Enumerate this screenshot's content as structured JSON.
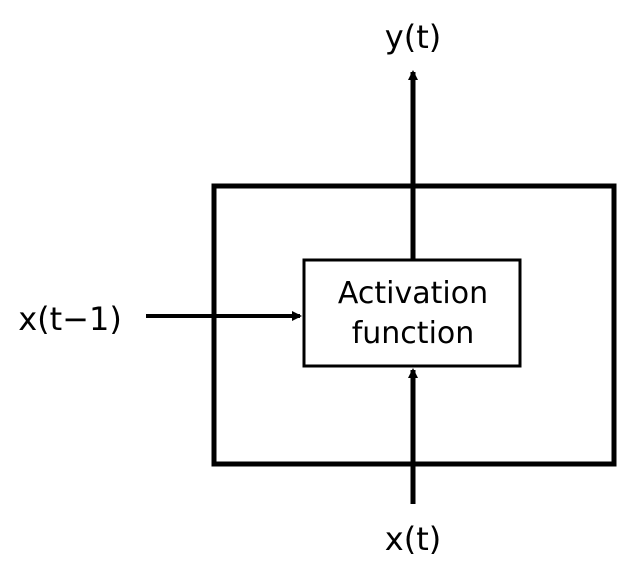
{
  "diagram": {
    "output_label": "y(t)",
    "input_label": "x(t)",
    "recurrent_input_label": "x(t−1)",
    "node": {
      "line1": "Activation",
      "line2": "function"
    }
  },
  "colors": {
    "stroke": "#000000",
    "background": "#ffffff"
  }
}
